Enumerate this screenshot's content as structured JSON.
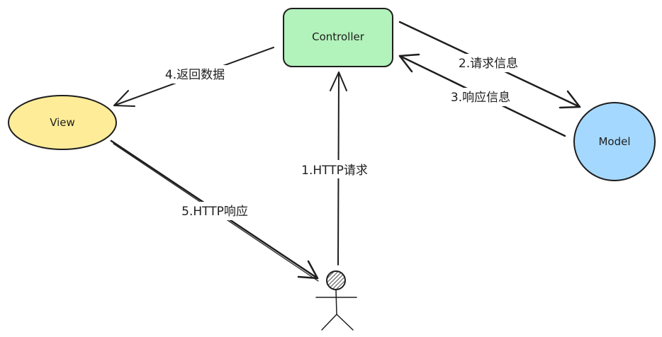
{
  "nodes": {
    "controller": {
      "label": "Controller",
      "fill": "#b2f2bb"
    },
    "view": {
      "label": "View",
      "fill": "#ffec99"
    },
    "model": {
      "label": "Model",
      "fill": "#a5d8ff"
    },
    "user": {
      "icon": "stick-figure-user-icon"
    }
  },
  "edges": {
    "http_request": "1.HTTP请求",
    "request_info": "2.请求信息",
    "response_info": "3.响应信息",
    "return_data": "4.返回数据",
    "http_response": "5.HTTP响应"
  },
  "colors": {
    "stroke": "#1e1e1e"
  }
}
